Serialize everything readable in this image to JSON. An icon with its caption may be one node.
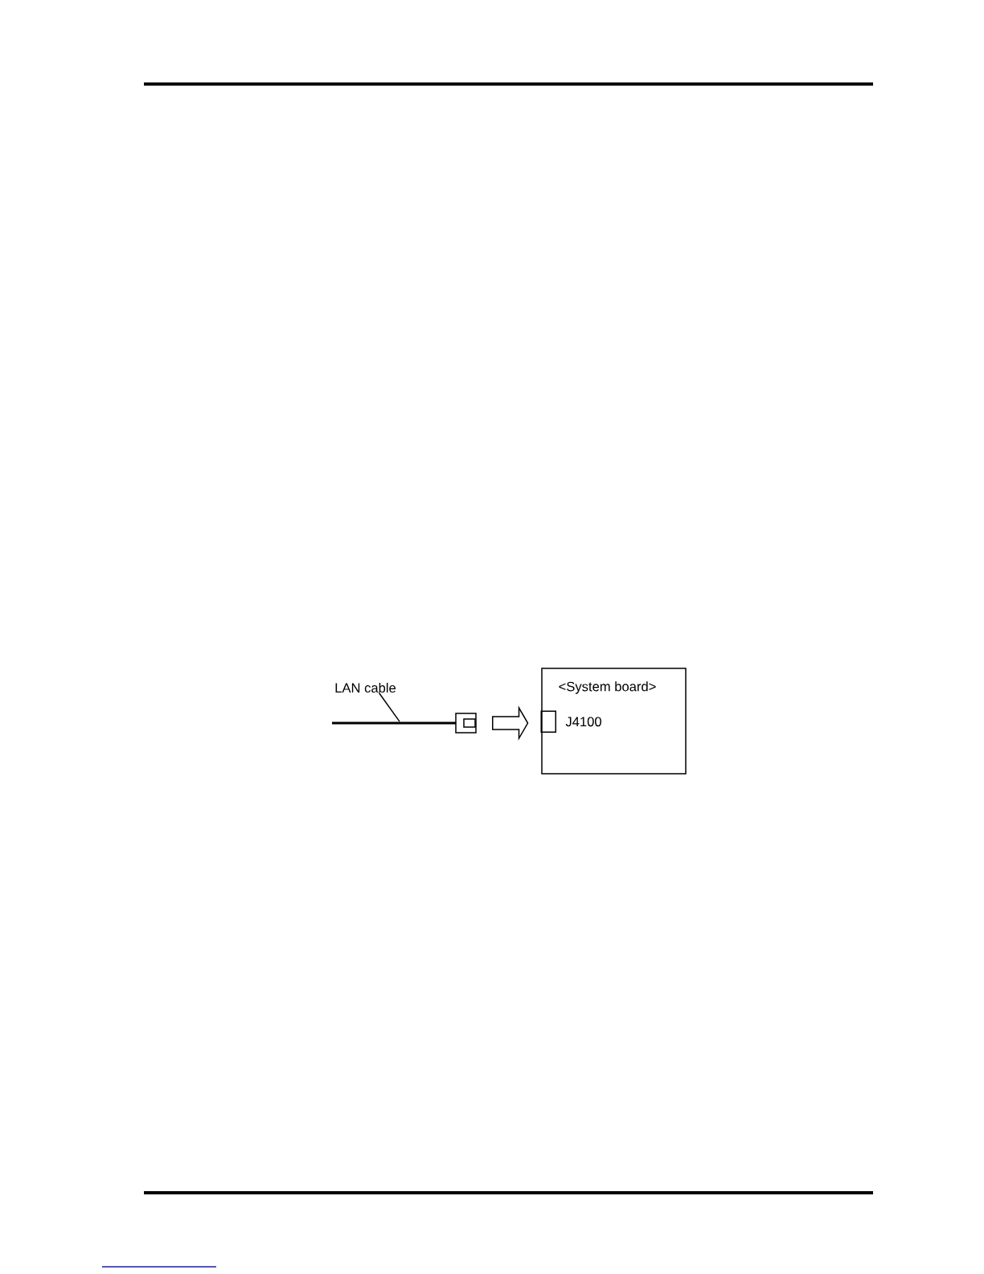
{
  "diagram": {
    "nodes": [
      {
        "text": [
          "LAN cable"
        ]
      },
      {
        "text": [],
        "shape": "line"
      },
      {
        "text": [],
        "shape": "box"
      },
      {
        "text": [
          "<System board>"
        ]
      },
      {
        "text": [],
        "shape": "box",
        "in": 3,
        "beside": [
          "J4100"
        ]
      }
    ],
    "edges": [
      {
        "from": 0,
        "to": 1,
        "arrow": "none"
      },
      {
        "from": 2,
        "to": 4,
        "arrow": "to"
      }
    ]
  }
}
